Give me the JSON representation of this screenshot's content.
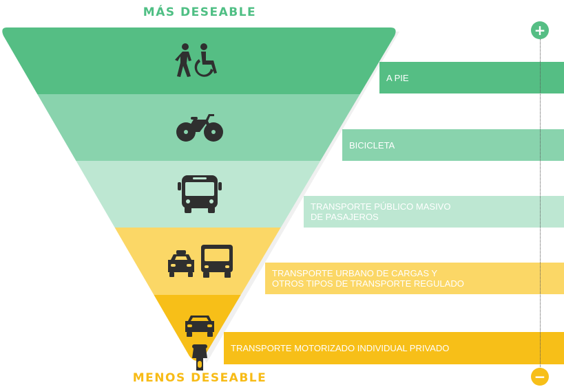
{
  "titles": {
    "top": "MÁS DESEABLE",
    "bottom": "MENOS DESEABLE"
  },
  "levels": [
    {
      "lines": [
        "A PIE"
      ],
      "icon": "pedestrian-wheelchair-icon",
      "color": "#55be84",
      "band_color": "#55be84"
    },
    {
      "lines": [
        "BICICLETA"
      ],
      "icon": "bicycle-icon",
      "color": "#89d3ad",
      "band_color": "#89d3ad"
    },
    {
      "lines": [
        "TRANSPORTE PÚBLICO MASIVO",
        "DE PASAJEROS"
      ],
      "icon": "bus-icon",
      "color": "#bde7d2",
      "band_color": "#bde7d2"
    },
    {
      "lines": [
        "TRANSPORTE URBANO DE CARGAS Y",
        "OTROS TIPOS DE TRANSPORTE REGULADO"
      ],
      "icon": "taxi-truck-icon",
      "color": "#fbd766",
      "band_color": "#fbd766"
    },
    {
      "lines": [
        "TRANSPORTE MOTORIZADO INDIVIDUAL PRIVADO"
      ],
      "icon": "car-motorcycle-icon",
      "color": "#f7bf18",
      "band_color": "#f7bf18"
    }
  ],
  "scale": {
    "top_symbol": "+",
    "bottom_symbol": "−",
    "top_color": "#55be84",
    "bottom_color": "#f7bf18"
  }
}
